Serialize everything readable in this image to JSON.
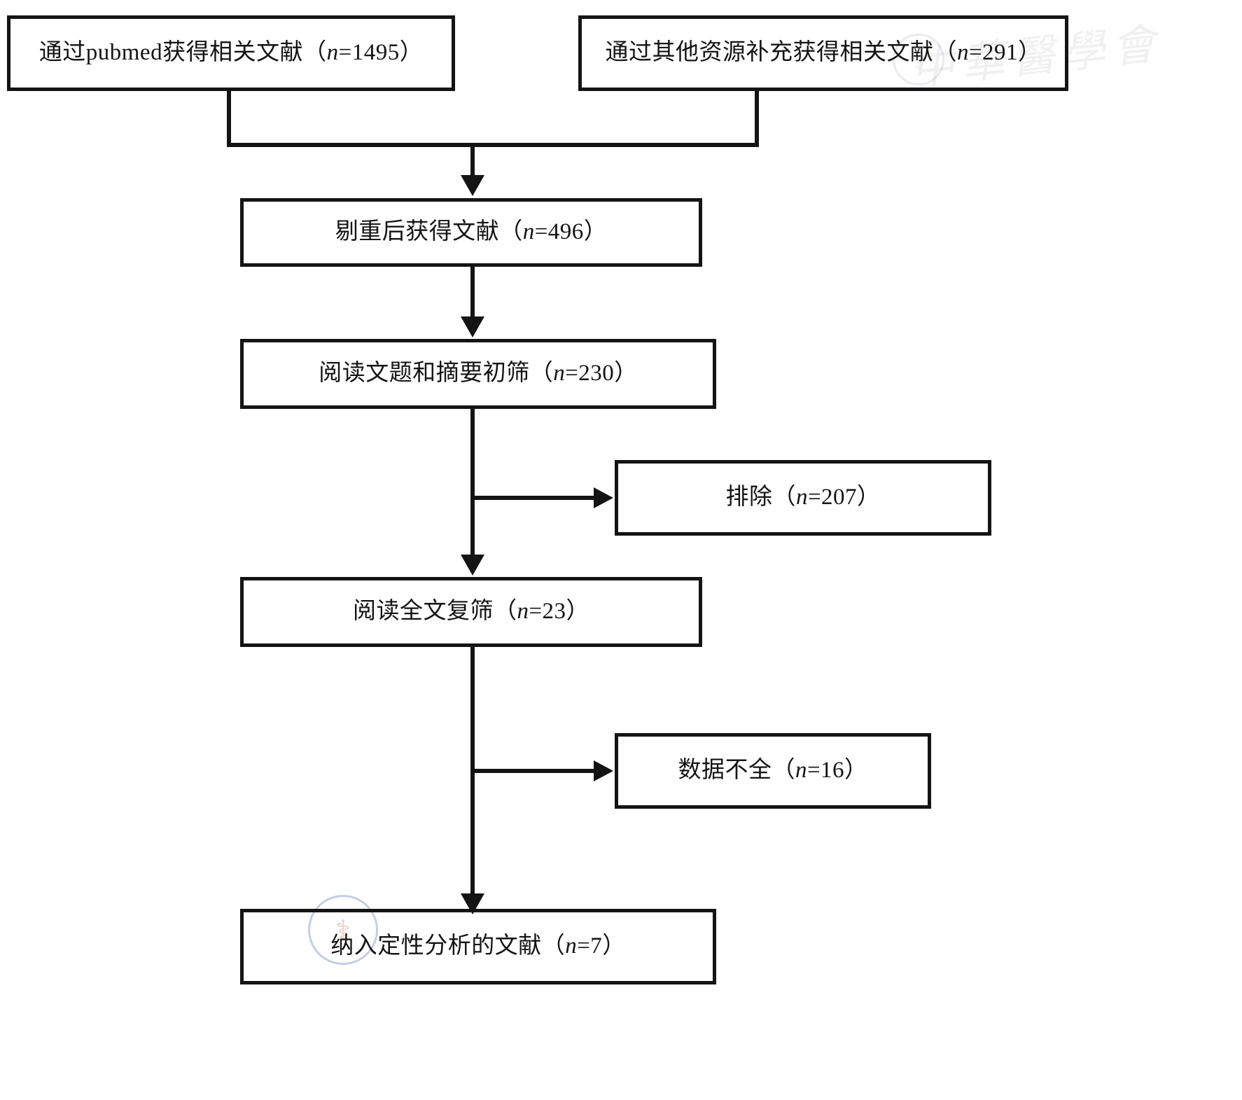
{
  "figure": {
    "type": "flowchart",
    "subtype": "prisma-literature-screening",
    "language": "zh-CN",
    "colors": {
      "stroke": "#141414",
      "background": "#ffffff",
      "watermark_seal_ring": "#3a5fa8",
      "watermark_seal_mark": "#b2563a",
      "watermark_script": "#cfcfcf"
    }
  },
  "nodes": {
    "source_pubmed": {
      "label": "通过pubmed获得相关文献（n=1495）",
      "text_prefix": "通过pubmed获得相关文献（",
      "n_symbol": "n",
      "n_value": "=1495）",
      "count": 1495
    },
    "source_other": {
      "label": "通过其他资源补充获得相关文献（n=291）",
      "text_prefix": "通过其他资源补充获得相关文献（",
      "n_symbol": "n",
      "n_value": "=291）",
      "count": 291
    },
    "dedup": {
      "label": "剔重后获得文献（n=496）",
      "text_prefix": "剔重后获得文献（",
      "n_symbol": "n",
      "n_value": "=496）",
      "count": 496
    },
    "screen_title_abstract": {
      "label": "阅读文题和摘要初筛（n=230）",
      "text_prefix": "阅读文题和摘要初筛（",
      "n_symbol": "n",
      "n_value": "=230）",
      "count": 230
    },
    "excluded": {
      "label": "排除（n=207）",
      "text_prefix": "排除（",
      "n_symbol": "n",
      "n_value": "=207）",
      "count": 207
    },
    "screen_fulltext": {
      "label": "阅读全文复筛（n=23）",
      "text_prefix": "阅读全文复筛（",
      "n_symbol": "n",
      "n_value": "=23）",
      "count": 23
    },
    "incomplete_data": {
      "label": "数据不全（n=16）",
      "text_prefix": "数据不全（",
      "n_symbol": "n",
      "n_value": "=16）",
      "count": 16
    },
    "included": {
      "label": "纳入定性分析的文献（n=7）",
      "text_prefix": "纳入定性分析的文献（",
      "n_symbol": "n",
      "n_value": "=7）",
      "count": 7
    }
  },
  "watermarks": {
    "seal_top_right": "中华医学会",
    "seal_bottom": "中华医学会",
    "script_top_right": "中华医学会"
  }
}
